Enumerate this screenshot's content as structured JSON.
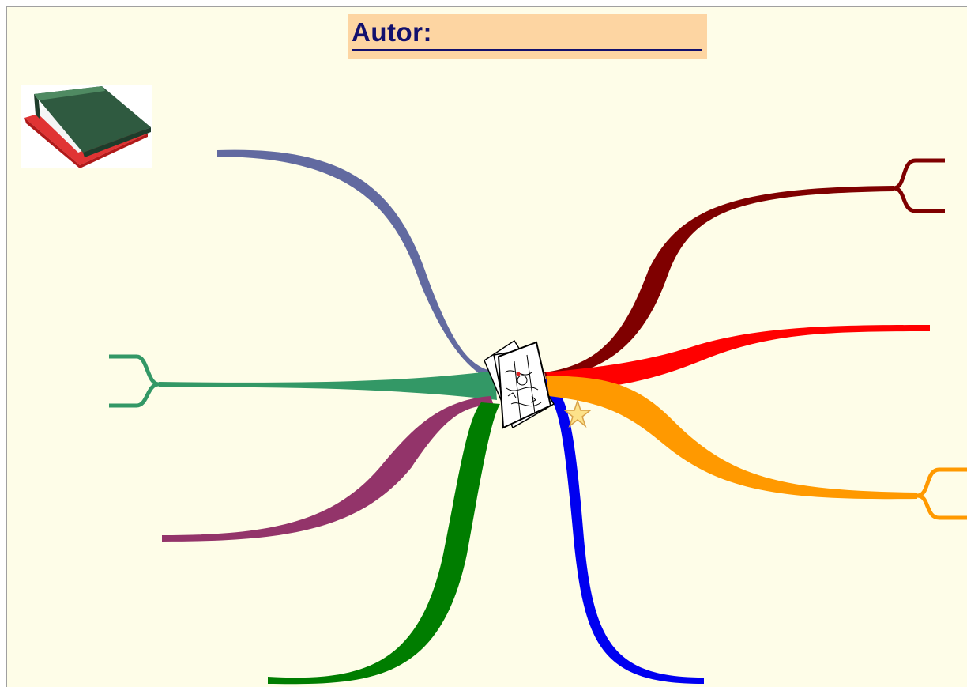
{
  "title": {
    "label": "Autor:"
  },
  "colors": {
    "background": "#fefde8",
    "title_box": "#fdd5a2",
    "title_text": "#12106e"
  },
  "icons": {
    "binder": "binder-icon",
    "central_topic": "map-sketch-icon",
    "star": "star-icon"
  },
  "branches": [
    {
      "id": "top-left",
      "color": "#626aa0",
      "has_fork": false
    },
    {
      "id": "left",
      "color": "#339866",
      "has_fork": true
    },
    {
      "id": "lower-left",
      "color": "#93346a",
      "has_fork": false
    },
    {
      "id": "bottom-left",
      "color": "#007d00",
      "has_fork": false
    },
    {
      "id": "bottom-right",
      "color": "#0000f0",
      "has_fork": false
    },
    {
      "id": "top-right",
      "color": "#7f0000",
      "has_fork": true
    },
    {
      "id": "right",
      "color": "#ff0000",
      "has_fork": false
    },
    {
      "id": "lower-right",
      "color": "#ff9900",
      "has_fork": true
    }
  ]
}
